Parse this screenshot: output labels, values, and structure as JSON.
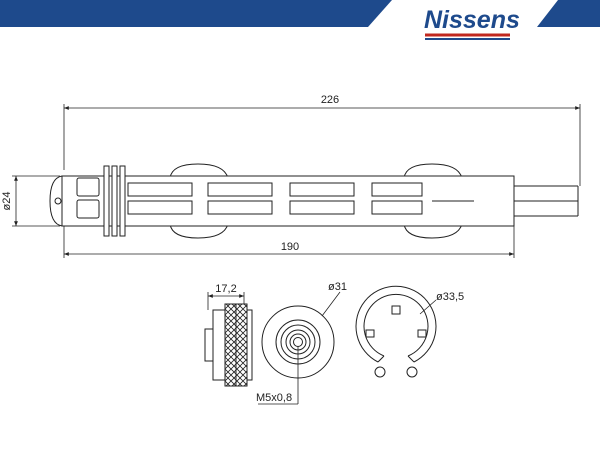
{
  "brand": {
    "name": "Nissens",
    "color": "#1e4a8c",
    "stripe_color": "#c0281f"
  },
  "header": {
    "banner_color": "#1e4a8c"
  },
  "dimensions": {
    "overall_length": "226",
    "body_length": "190",
    "body_diameter": "ø24",
    "end_width": "17,2",
    "end_diameter": "ø31",
    "thread": "M5x0,8",
    "ring_diameter": "ø33,5"
  }
}
